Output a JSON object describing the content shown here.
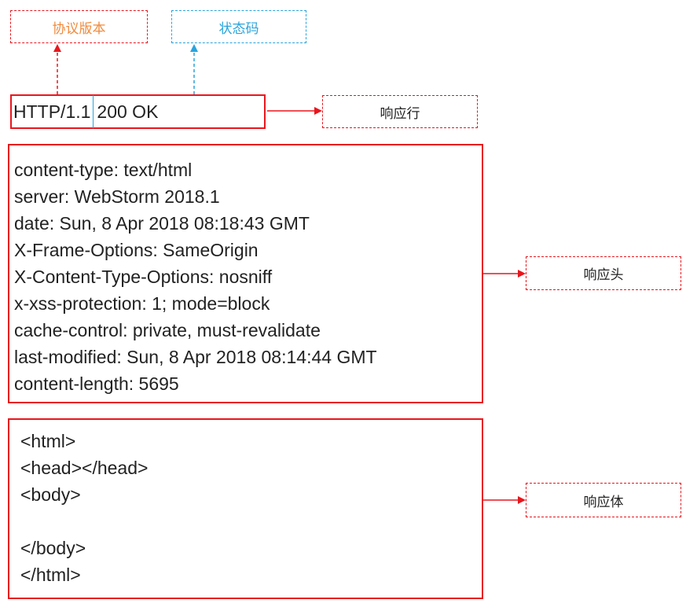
{
  "top_labels": {
    "protocol_version": "协议版本",
    "status_code": "状态码"
  },
  "status_line": {
    "protocol": "HTTP/1.1",
    "status": "200 OK"
  },
  "side_labels": {
    "response_line": "响应行",
    "response_headers": "响应头",
    "response_body": "响应体"
  },
  "headers": [
    "content-type: text/html",
    "server: WebStorm 2018.1",
    "date: Sun, 8 Apr 2018 08:18:43 GMT",
    "X-Frame-Options: SameOrigin",
    "X-Content-Type-Options: nosniff",
    "x-xss-protection: 1; mode=block",
    "cache-control: private, must-revalidate",
    "last-modified: Sun, 8 Apr 2018 08:14:44 GMT",
    "content-length: 5695"
  ],
  "body_lines": [
    "<html>",
    "<head></head>",
    "<body>",
    "",
    "</body>",
    "</html>"
  ],
  "colors": {
    "red": "#e8161d",
    "blue": "#2aa4dc",
    "orange_text": "#f08a3c",
    "blue_text": "#2aa4dc"
  }
}
